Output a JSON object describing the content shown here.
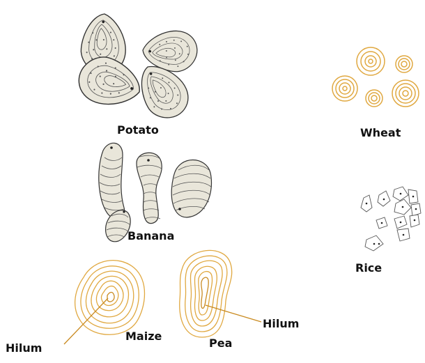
{
  "labels": {
    "potato": "Potato",
    "wheat": "Wheat",
    "banana": "Banana",
    "rice": "Rice",
    "maize": "Maize",
    "pea": "Pea",
    "hilum_left": "Hilum",
    "hilum_right": "Hilum"
  },
  "colors": {
    "outline": "#333333",
    "grain_fill": "#e9e6da",
    "starch_ring": "#e0a840",
    "starch_ring_dark": "#c98a20",
    "hilum_line": "#c98a20",
    "text": "#111111"
  }
}
